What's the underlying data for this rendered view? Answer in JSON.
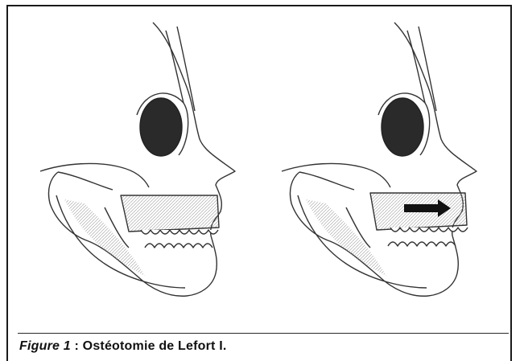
{
  "figure": {
    "label": "Figure 1",
    "separator": " : ",
    "caption": "Ostéotomie de Lefort I."
  },
  "panels": [
    {
      "icon": "skull-profile-icon",
      "state": "before"
    },
    {
      "icon": "skull-profile-icon",
      "state": "after",
      "arrow": "right-arrow-icon"
    }
  ]
}
